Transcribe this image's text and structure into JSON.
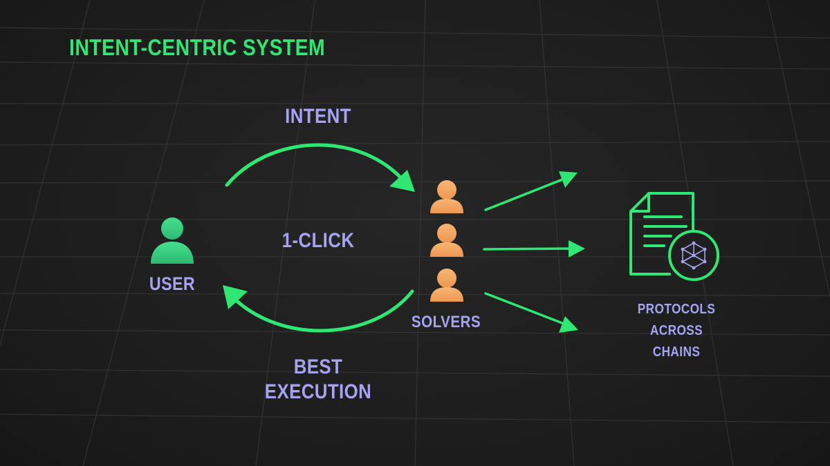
{
  "title": "INTENT-CENTRIC SYSTEM",
  "labels": {
    "intent": "INTENT",
    "one_click": "1-CLICK",
    "best_execution_line1": "BEST",
    "best_execution_line2": "EXECUTION",
    "user": "USER",
    "solvers": "SOLVERS",
    "protocols_line1": "PROTOCOLS",
    "protocols_line2": "ACROSS",
    "protocols_line3": "CHAINS"
  },
  "colors": {
    "accent_green": "#2ee873",
    "label_purple": "#a7a3f3",
    "solver_orange": "#f3a15e",
    "user_green": "#3cd282",
    "background": "#1f1f1f"
  },
  "icons": {
    "user": "person-icon",
    "solvers": "person-icon",
    "protocols": "document-with-cube-icon"
  }
}
